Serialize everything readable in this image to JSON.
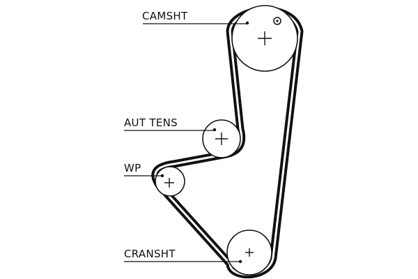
{
  "labels": {
    "camshaft": "CAMSHT",
    "tensioner": "AUT TENS",
    "water_pump": "WP",
    "crankshaft": "CRANSHT"
  },
  "colors": {
    "belt": "#111111",
    "line": "#111111",
    "background": "#ffffff"
  },
  "icons": {
    "center_mark": "plus-cross",
    "timing_mark": "circle-dot"
  }
}
